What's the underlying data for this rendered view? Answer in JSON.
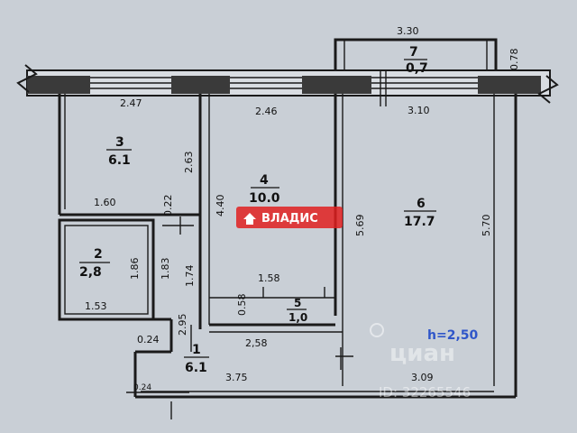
{
  "rooms": [
    {
      "number": "1",
      "area": "6.1"
    },
    {
      "number": "2",
      "area": "2,8"
    },
    {
      "number": "3",
      "area": "6.1"
    },
    {
      "number": "4",
      "area": "10.0"
    },
    {
      "number": "5",
      "area": "1,0"
    },
    {
      "number": "6",
      "area": "17.7"
    },
    {
      "number": "7",
      "area": "0,7"
    }
  ],
  "dimensions": {
    "balcony_top": "3.30",
    "balcony_side": "0.78",
    "top_left": "2.47",
    "top_mid": "2.46",
    "top_right": "3.10",
    "room3_height": "2.63",
    "room3_width": "1.60",
    "wall_022": "0.22",
    "room4_height": "4.40",
    "room6_left": "5.69",
    "room6_right": "5.70",
    "room2_width": "1.53",
    "room2_h1": "1.86",
    "room2_h2": "1.83",
    "wall_174": "1.74",
    "room5_width": "1.58",
    "room5_height": "0.58",
    "corr_295": "2.95",
    "corr_024a": "0.24",
    "corr_258": "2,58",
    "bottom_375": "3.75",
    "bottom_024b": "0.24",
    "bottom_309": "3.09"
  },
  "ceiling_height": "h=2,50",
  "brand": "ВЛАДИС",
  "watermark": "циан",
  "watermark_id": "ID: 32265546",
  "colors": {
    "paper": "#c9cfd6",
    "ink": "#1a1a1a",
    "height_label": "#2f56c9",
    "brand_bg": "#e02020"
  }
}
